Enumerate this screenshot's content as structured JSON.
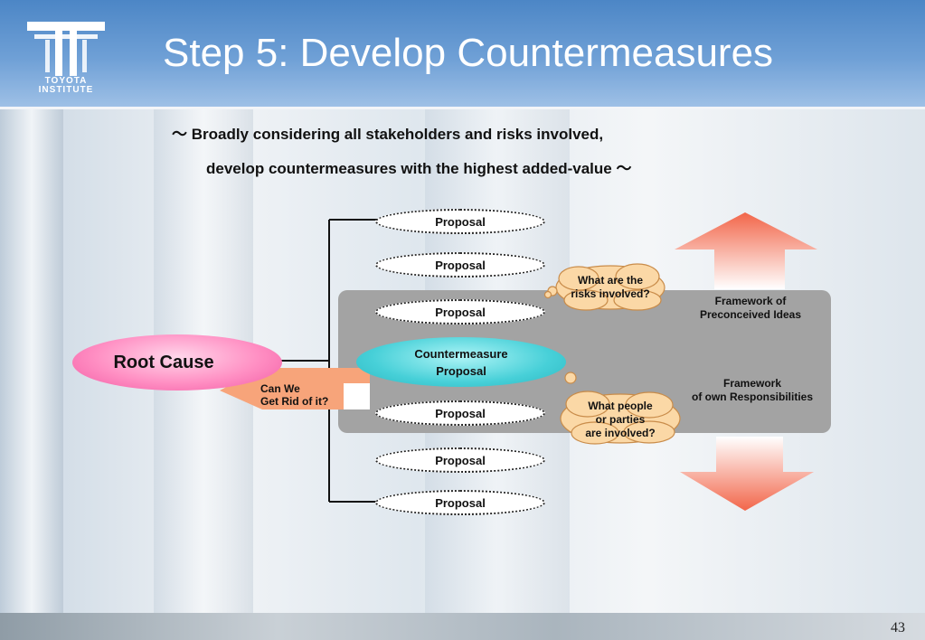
{
  "header": {
    "title": "Step 5: Develop Countermeasures",
    "logo_line1": "TOYOTA",
    "logo_line2": "INSTITUTE"
  },
  "subtitle": {
    "line1": "～ Broadly considering all stakeholders and risks involved,",
    "line2": "develop countermeasures with the highest added-value ～"
  },
  "diagram": {
    "root_cause": "Root Cause",
    "question": {
      "line1": "Can We",
      "line2": "Get Rid of it?"
    },
    "proposals": [
      "Proposal",
      "Proposal",
      "Proposal",
      "Proposal",
      "Proposal",
      "Proposal"
    ],
    "countermeasure": {
      "line1": "Countermeasure",
      "line2": "Proposal"
    },
    "cloud_risks": {
      "line1": "What are the",
      "line2": "risks involved?"
    },
    "cloud_people": {
      "line1": "What people",
      "line2": "or parties",
      "line3": "are involved?"
    },
    "framework_preconceived": {
      "line1": "Framework of",
      "line2": "Preconceived Ideas"
    },
    "framework_own": {
      "line1": "Framework",
      "line2": "of own Responsibilities"
    }
  },
  "colors": {
    "header_blue": "#4c86c6",
    "root_pink": "#ff8fc3",
    "countermeasure_cyan": "#47d0d8",
    "arrow_orange": "#f26a4a",
    "cloud_fill": "#fbd8a6"
  },
  "footer": {
    "page_number": "43"
  }
}
